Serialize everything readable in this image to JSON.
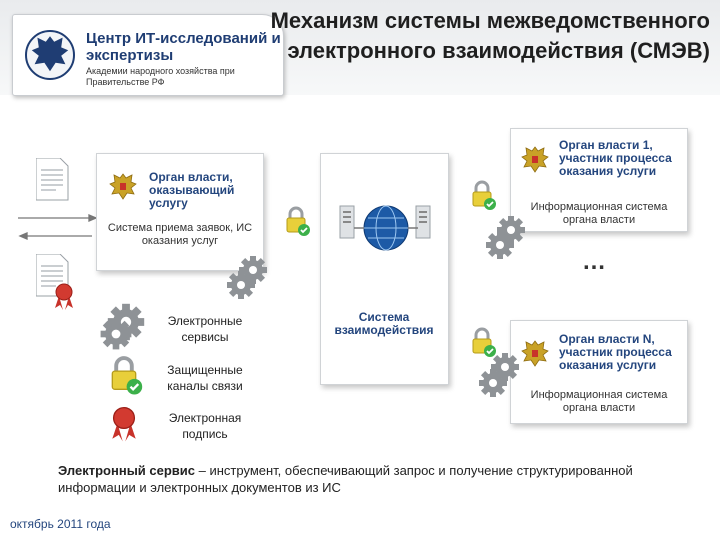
{
  "header": {
    "org_name": "Центр ИТ-исследований и экспертизы",
    "org_sub": "Академии народного хозяйства при Правительстве РФ",
    "title": "Механизм системы межведомственного электронного взаимодействия (СМЭВ)"
  },
  "left_box": {
    "title": "Орган власти, оказывающий услугу",
    "system": "Система приема заявок, ИС оказания услуг"
  },
  "center_box": {
    "title": "Система взаимодействия"
  },
  "right_top": {
    "title": "Орган власти 1, участник процесса оказания услуги",
    "system": "Информационная система органа власти"
  },
  "ellipsis": "…",
  "right_bottom": {
    "title": "Орган власти N, участник процесса оказания услуги",
    "system": "Информационная система органа власти"
  },
  "legend": {
    "services": "Электронные сервисы",
    "channels": "Защищенные каналы связи",
    "signature": "Электронная подпись"
  },
  "footer": {
    "term": "Электронный сервис",
    "definition": " – инструмент, обеспечивающий запрос и получение структурированной информации и электронных документов из ИС"
  },
  "date": "октябрь 2011 года",
  "colors": {
    "accent_blue": "#24467e",
    "lock_green": "#3cb04a",
    "seal_red": "#c8322a"
  }
}
